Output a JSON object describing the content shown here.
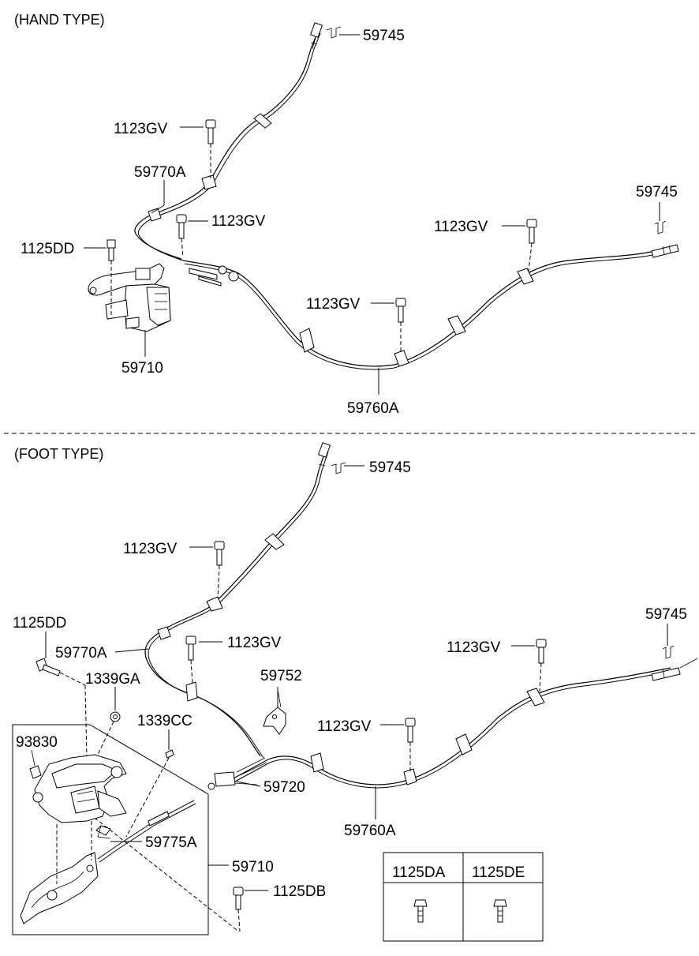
{
  "sections": {
    "hand": {
      "title": "(HAND TYPE)"
    },
    "foot": {
      "title": "(FOOT TYPE)"
    }
  },
  "labels": {
    "hand_59745_top": "59745",
    "hand_1123gv_a": "1123GV",
    "hand_59770a": "59770A",
    "hand_1123gv_b": "1123GV",
    "hand_1125dd": "1125DD",
    "hand_59710": "59710",
    "hand_1123gv_c": "1123GV",
    "hand_59760a": "59760A",
    "hand_1123gv_d": "1123GV",
    "hand_59745_right": "59745",
    "foot_59745_top": "59745",
    "foot_1123gv_a": "1123GV",
    "foot_1125dd": "1125DD",
    "foot_59770a": "59770A",
    "foot_1123gv_b": "1123GV",
    "foot_59752": "59752",
    "foot_1339ga": "1339GA",
    "foot_1339cc": "1339CC",
    "foot_93830": "93830",
    "foot_59720": "59720",
    "foot_59775a": "59775A",
    "foot_59710": "59710",
    "foot_1125db": "1125DB",
    "foot_1123gv_c": "1123GV",
    "foot_59760a": "59760A",
    "foot_1123gv_d": "1123GV",
    "foot_59745_right": "59745"
  },
  "table": {
    "col1": "1125DA",
    "col2": "1125DE"
  }
}
